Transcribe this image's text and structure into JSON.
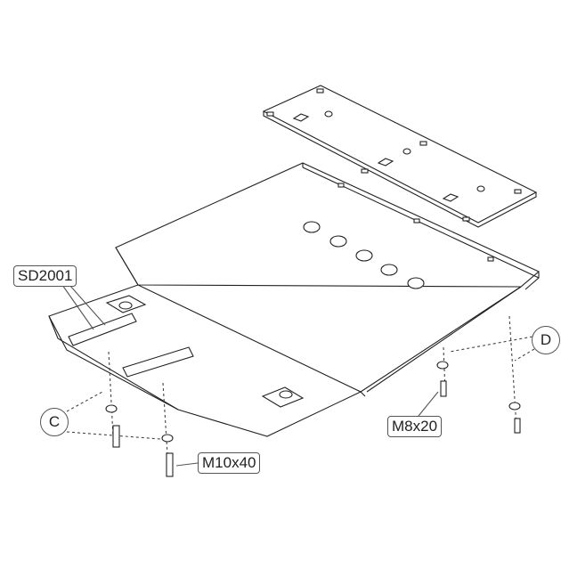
{
  "labels": {
    "part_number": "SD2001",
    "callout_c": "C",
    "callout_d": "D",
    "bolt_m8": "M8x20",
    "bolt_m10": "M10x40"
  }
}
